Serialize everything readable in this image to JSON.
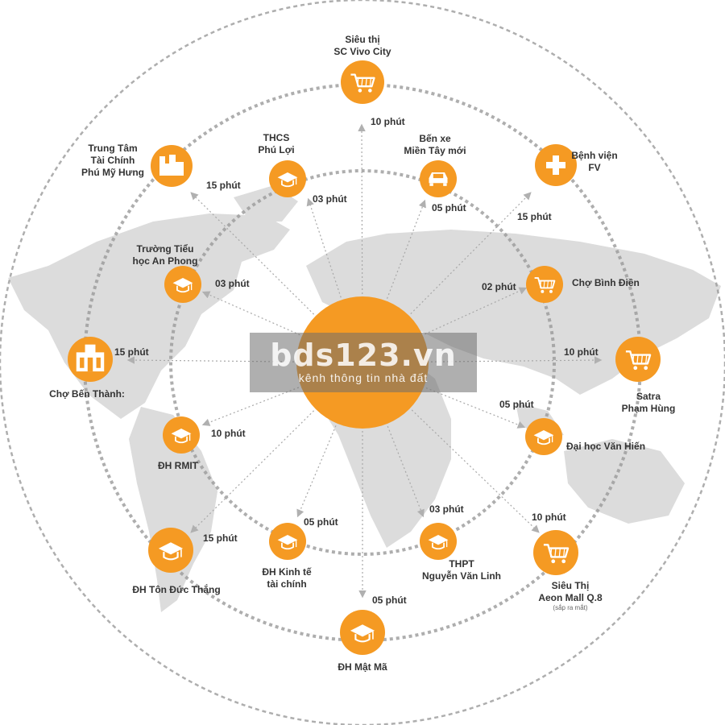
{
  "colors": {
    "accent": "#f59a23",
    "map": "#dcdcdc",
    "ring": "#9a9a9a",
    "arrow": "#c0c0c0"
  },
  "watermark": {
    "title": "bds123.vn",
    "subtitle": "kênh thông tin nhà đất"
  },
  "places": [
    {
      "id": "sc-vivo-city",
      "icon": "shopping-cart-icon",
      "lines": [
        "Siêu thị",
        "SC Vivo City"
      ],
      "time": "10 phút"
    },
    {
      "id": "thcs-phu-loi",
      "icon": "graduation-cap-icon",
      "lines": [
        "THCS",
        "Phú Lợi"
      ],
      "time": "03 phút"
    },
    {
      "id": "ben-xe-mien-tay",
      "icon": "car-icon",
      "lines": [
        "Bến xe",
        "Miền Tây mới"
      ],
      "time": "05 phút"
    },
    {
      "id": "trung-tam-tai-chinh",
      "icon": "buildings-icon",
      "lines": [
        "Trung Tâm",
        "Tài Chính",
        "Phú Mỹ Hưng"
      ],
      "time": "15 phút"
    },
    {
      "id": "benh-vien-fv",
      "icon": "medical-cross-icon",
      "lines": [
        "Bệnh viện",
        "FV"
      ],
      "time": "15 phút"
    },
    {
      "id": "truong-tieu-hoc-an-phong",
      "icon": "graduation-cap-icon",
      "lines": [
        "Trường Tiểu",
        "học An Phong"
      ],
      "time": "03 phút"
    },
    {
      "id": "cho-binh-dien",
      "icon": "shopping-cart-icon",
      "lines": [
        "Chợ Bình Điền"
      ],
      "time": "02 phút"
    },
    {
      "id": "cho-ben-thanh",
      "icon": "market-building-icon",
      "lines": [
        "Chợ Bến Thành:"
      ],
      "time": "15 phút"
    },
    {
      "id": "satra-pham-hung",
      "icon": "shopping-cart-icon",
      "lines": [
        "Satra",
        "Phạm Hùng"
      ],
      "time": "10 phút"
    },
    {
      "id": "dh-van-hien",
      "icon": "graduation-cap-icon",
      "lines": [
        "Đại học Văn Hiến"
      ],
      "time": "05 phút"
    },
    {
      "id": "dh-rmit",
      "icon": "graduation-cap-icon",
      "lines": [
        "ĐH RMIT"
      ],
      "time": "10 phút"
    },
    {
      "id": "dh-ton-duc-thang",
      "icon": "graduation-cap-icon",
      "lines": [
        "ĐH Tôn Đức Thắng"
      ],
      "time": "15 phút"
    },
    {
      "id": "dh-kinh-te-tai-chinh",
      "icon": "graduation-cap-icon",
      "lines": [
        "ĐH Kinh tế",
        "tài chính"
      ],
      "time": "05 phút"
    },
    {
      "id": "thpt-nguyen-van-linh",
      "icon": "graduation-cap-icon",
      "lines": [
        "THPT",
        "Nguyễn Văn Linh"
      ],
      "time": "03 phút"
    },
    {
      "id": "aeon-mall",
      "icon": "shopping-cart-icon",
      "lines": [
        "Siêu Thị",
        "Aeon Mall Q.8"
      ],
      "note": "(sắp ra mắt)",
      "time": "10 phút"
    },
    {
      "id": "dh-mat-ma",
      "icon": "graduation-cap-icon",
      "lines": [
        "ĐH Mật Mã"
      ],
      "time": "05 phút"
    }
  ]
}
